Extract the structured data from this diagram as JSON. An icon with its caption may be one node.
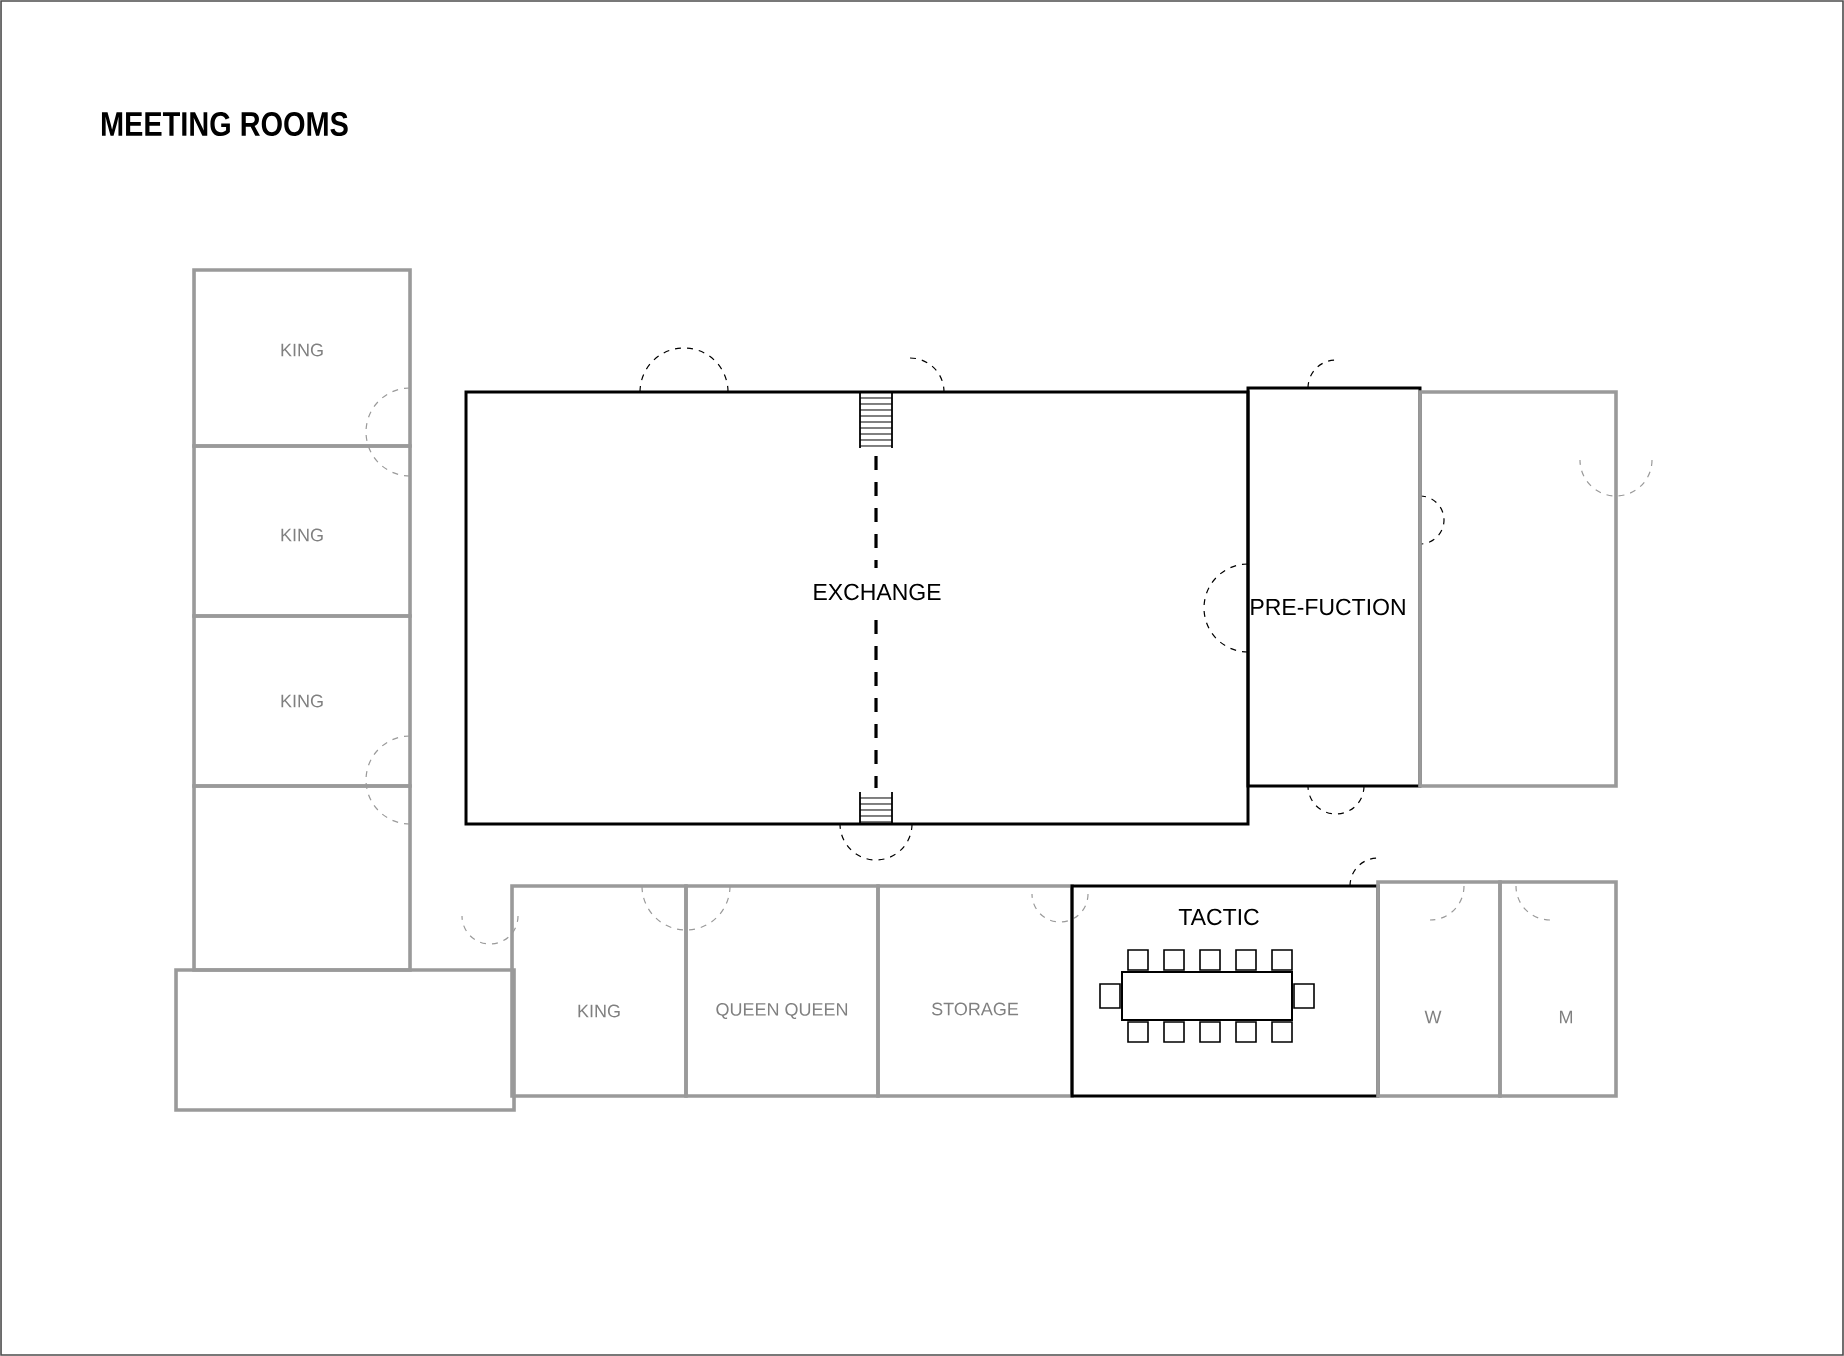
{
  "diagram": {
    "title": "MEETING ROOMS",
    "nodes": [
      {
        "text": [
          "KING"
        ]
      },
      {
        "text": [
          "KING"
        ]
      },
      {
        "text": [
          "KING"
        ]
      },
      {
        "text": [],
        "shape": "box"
      },
      {
        "text": [],
        "shape": "box"
      },
      {
        "text": [
          "EXCHANGE"
        ]
      },
      {
        "text": [
          "PRE-FUCTION"
        ]
      },
      {
        "text": [],
        "shape": "box"
      },
      {
        "text": [
          "KING"
        ]
      },
      {
        "text": [
          "QUEEN QUEEN"
        ]
      },
      {
        "text": [
          "STORAGE"
        ]
      },
      {
        "text": [
          "TACTIC"
        ]
      },
      {
        "text": [
          "W"
        ]
      },
      {
        "text": [
          "M"
        ]
      }
    ],
    "edges": []
  }
}
